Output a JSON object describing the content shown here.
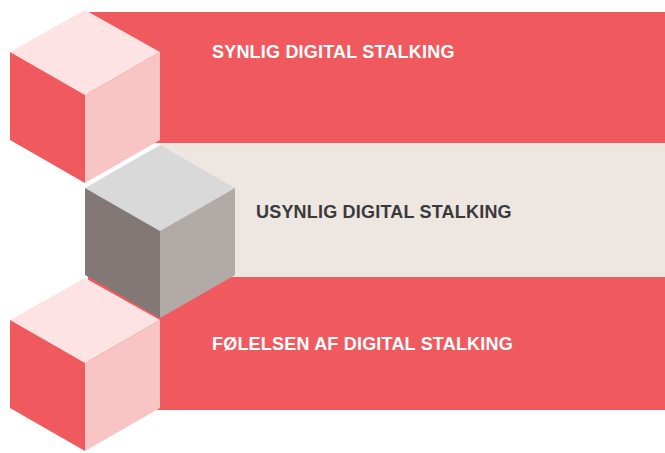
{
  "diagram": {
    "nodes": [
      {
        "text": [
          "SYNLIG DIGITAL STALKING"
        ]
      },
      {
        "text": [
          "USYNLIG DIGITAL STALKING"
        ]
      },
      {
        "text": [
          "FØLELSEN AF DIGITAL STALKING"
        ]
      }
    ]
  }
}
